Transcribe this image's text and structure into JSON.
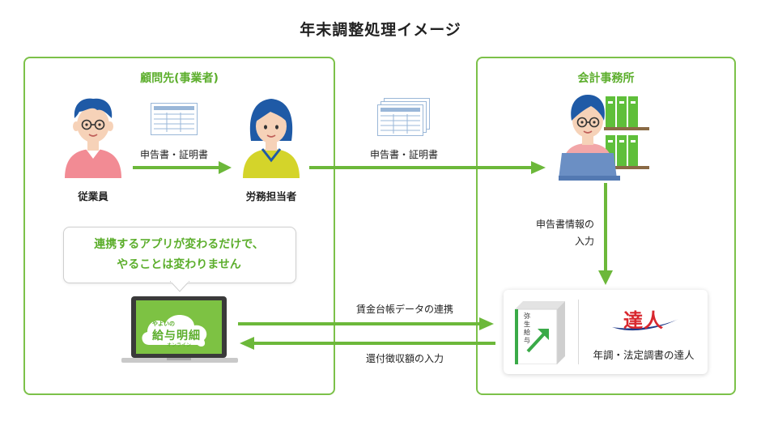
{
  "title": "年末調整処理イメージ",
  "client_panel": {
    "title": "顧問先(事業者)",
    "employee_label": "従業員",
    "hr_label": "労務担当者",
    "doc_flow_label": "申告書・証明書"
  },
  "accounting_panel": {
    "title": "会計事務所",
    "input_label_line1": "申告書情報の",
    "input_label_line2": "入力",
    "product_box_text": "弥生給与",
    "tatsujin_logo": "達人",
    "product_label": "年調・法定調書の達人"
  },
  "flows": {
    "doc_to_office": "申告書・証明書",
    "ledger_link": "賃金台帳データの連携",
    "refund_input": "還付徴収額の入力"
  },
  "bubble": {
    "line1": "連携するアプリが変わるだけで、",
    "line2": "やることは変わりません"
  },
  "laptop_app": {
    "brand_small": "やよいの",
    "name": "給与明細",
    "sub": "オンライン"
  },
  "colors": {
    "green": "#6cb83a",
    "arrow": "#6cb83a",
    "panel_border": "#7cc149",
    "accent_text": "#5cae2c"
  }
}
